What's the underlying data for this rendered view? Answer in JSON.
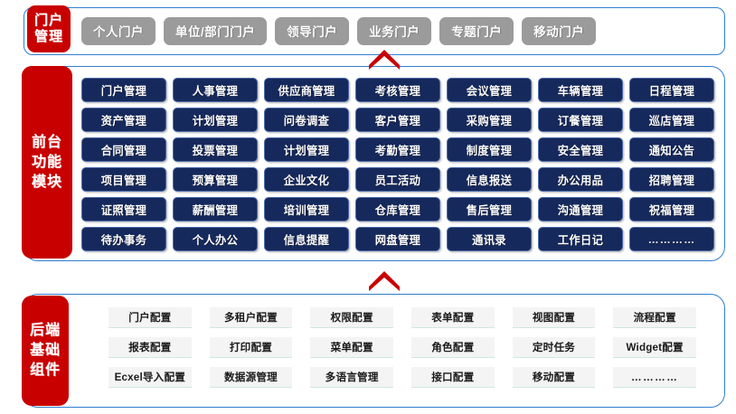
{
  "sections": {
    "portal": {
      "label_lines": [
        "门户",
        "管理"
      ],
      "buttons": [
        "个人门户",
        "单位/部门门户",
        "领导门户",
        "业务门户",
        "专题门户",
        "移动门户"
      ]
    },
    "modules": {
      "label_lines": [
        "前台",
        "功能",
        "模块"
      ],
      "columns": 7,
      "buttons": [
        "门户管理",
        "人事管理",
        "供应商管理",
        "考核管理",
        "会议管理",
        "车辆管理",
        "日程管理",
        "资产管理",
        "计划管理",
        "问卷调查",
        "客户管理",
        "采购管理",
        "订餐管理",
        "巡店管理",
        "合同管理",
        "投票管理",
        "计划管理",
        "考勤管理",
        "制度管理",
        "安全管理",
        "通知公告",
        "项目管理",
        "预算管理",
        "企业文化",
        "员工活动",
        "信息报送",
        "办公用品",
        "招聘管理",
        "证照管理",
        "薪酬管理",
        "培训管理",
        "仓库管理",
        "售后管理",
        "沟通管理",
        "祝福管理",
        "待办事务",
        "个人办公",
        "信息提醒",
        "网盘管理",
        "通讯录",
        "工作日记",
        "…………"
      ]
    },
    "backend": {
      "label_lines": [
        "后端",
        "基础",
        "组件"
      ],
      "columns": 6,
      "buttons": [
        "门户配置",
        "多租户配置",
        "权限配置",
        "表单配置",
        "视图配置",
        "流程配置",
        "报表配置",
        "打印配置",
        "菜单配置",
        "角色配置",
        "定时任务",
        "Widget配置",
        "Ecxel导入配置",
        "数据源管理",
        "多语言管理",
        "接口配置",
        "移动配置",
        "…………"
      ]
    }
  },
  "connectors": [
    {
      "name": "chevron-portal-to-modules",
      "direction": "up"
    },
    {
      "name": "chevron-modules-to-backend",
      "direction": "up"
    }
  ],
  "colors": {
    "red": "#c80000",
    "navy": "#16295c",
    "navy_border": "#4a6aa8",
    "gray_button": "#9b9b9b",
    "panel_border": "#2f7fd0",
    "light_button": "#f4f4f4",
    "light_button_border": "#cfe8e0"
  }
}
